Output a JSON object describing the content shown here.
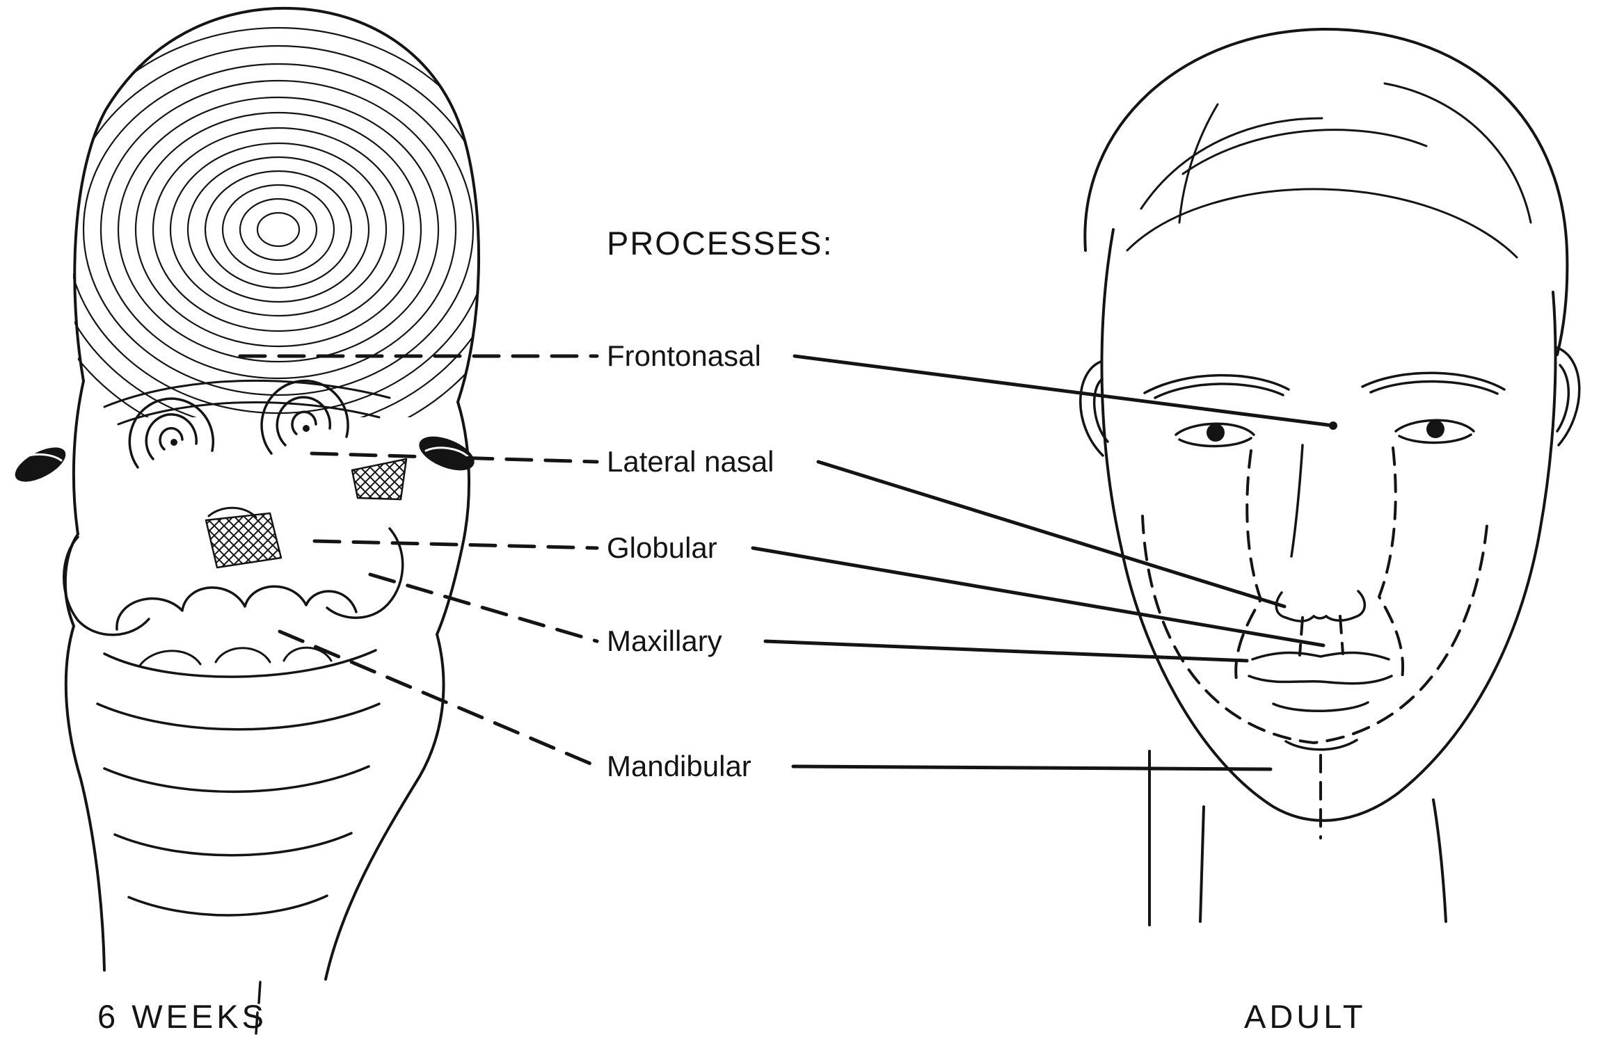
{
  "figure": {
    "heading": "PROCESSES:",
    "processes": [
      {
        "label": "Frontonasal"
      },
      {
        "label": "Lateral nasal"
      },
      {
        "label": "Globular"
      },
      {
        "label": "Maxillary"
      },
      {
        "label": "Mandibular"
      }
    ],
    "captions": {
      "left": "6 WEEKS",
      "right": "ADULT"
    },
    "colors": {
      "ink": "#141414",
      "background": "#ffffff"
    }
  }
}
